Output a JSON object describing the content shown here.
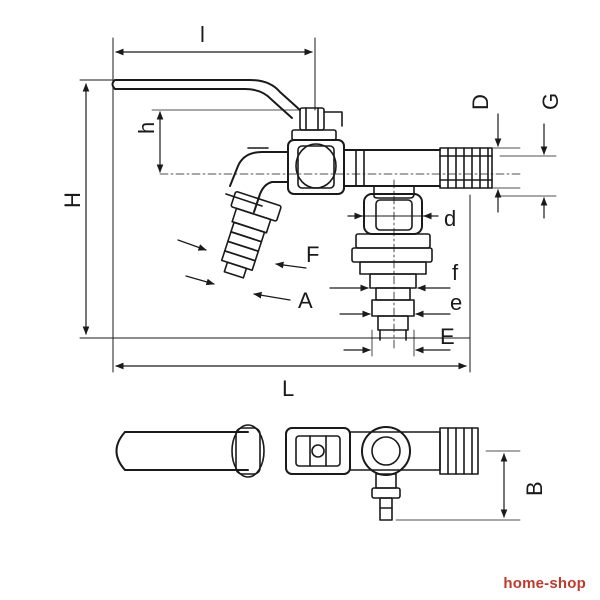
{
  "dimensions": {
    "l": "l",
    "h": "h",
    "H": "H",
    "L": "L",
    "D": "D",
    "G": "G",
    "d": "d",
    "F": "F",
    "A": "A",
    "f": "f",
    "e": "e",
    "E": "E",
    "B": "B"
  },
  "watermark": "home-shop",
  "colors": {
    "line": "#1a1a1a",
    "watermark": "#c0392b"
  }
}
